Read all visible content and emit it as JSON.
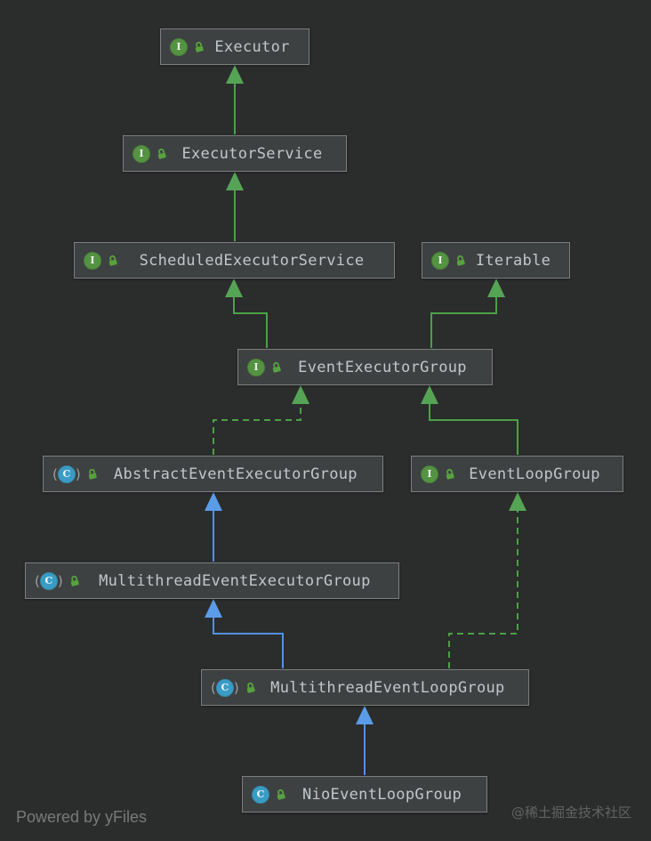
{
  "diagram": {
    "title": "Netty EventLoopGroup class hierarchy (UML diagram)",
    "nodes": [
      {
        "id": "executor",
        "label": "Executor",
        "kind": "interface",
        "badge": "I",
        "visibility": "public"
      },
      {
        "id": "executor-service",
        "label": "ExecutorService",
        "kind": "interface",
        "badge": "I",
        "visibility": "public"
      },
      {
        "id": "scheduled-executor-service",
        "label": "ScheduledExecutorService",
        "kind": "interface",
        "badge": "I",
        "visibility": "public"
      },
      {
        "id": "iterable",
        "label": "Iterable",
        "kind": "interface",
        "badge": "I",
        "visibility": "public"
      },
      {
        "id": "event-executor-group",
        "label": "EventExecutorGroup",
        "kind": "interface",
        "badge": "I",
        "visibility": "public"
      },
      {
        "id": "abstract-event-executor-group",
        "label": "AbstractEventExecutorGroup",
        "kind": "abstract-class",
        "badge": "C",
        "visibility": "public"
      },
      {
        "id": "event-loop-group",
        "label": "EventLoopGroup",
        "kind": "interface",
        "badge": "I",
        "visibility": "public"
      },
      {
        "id": "multithread-event-executor-group",
        "label": "MultithreadEventExecutorGroup",
        "kind": "abstract-class",
        "badge": "C",
        "visibility": "public"
      },
      {
        "id": "multithread-event-loop-group",
        "label": "MultithreadEventLoopGroup",
        "kind": "abstract-class",
        "badge": "C",
        "visibility": "public"
      },
      {
        "id": "nio-event-loop-group",
        "label": "NioEventLoopGroup",
        "kind": "class",
        "badge": "C",
        "visibility": "public"
      }
    ],
    "edges": [
      {
        "from": "ExecutorService",
        "to": "Executor",
        "relation": "extends",
        "style": "solid-green"
      },
      {
        "from": "ScheduledExecutorService",
        "to": "ExecutorService",
        "relation": "extends",
        "style": "solid-green"
      },
      {
        "from": "EventExecutorGroup",
        "to": "ScheduledExecutorService",
        "relation": "extends",
        "style": "solid-green"
      },
      {
        "from": "EventExecutorGroup",
        "to": "Iterable",
        "relation": "extends",
        "style": "solid-green"
      },
      {
        "from": "AbstractEventExecutorGroup",
        "to": "EventExecutorGroup",
        "relation": "implements",
        "style": "dashed-green"
      },
      {
        "from": "EventLoopGroup",
        "to": "EventExecutorGroup",
        "relation": "extends",
        "style": "solid-green"
      },
      {
        "from": "MultithreadEventExecutorGroup",
        "to": "AbstractEventExecutorGroup",
        "relation": "extends",
        "style": "solid-blue"
      },
      {
        "from": "MultithreadEventLoopGroup",
        "to": "MultithreadEventExecutorGroup",
        "relation": "extends",
        "style": "solid-blue"
      },
      {
        "from": "MultithreadEventLoopGroup",
        "to": "EventLoopGroup",
        "relation": "implements",
        "style": "dashed-green"
      },
      {
        "from": "NioEventLoopGroup",
        "to": "MultithreadEventLoopGroup",
        "relation": "extends",
        "style": "solid-blue"
      }
    ],
    "colors": {
      "background": "#2b2c2c",
      "node_fill": "#3e4142",
      "node_border": "#7c7e80",
      "extends_green": "#4aa147",
      "extends_blue": "#5191e6",
      "interface_icon_green": "#549342",
      "class_icon_blue": "#3a9cc4",
      "lock_icon_green": "#57a23e"
    }
  },
  "footer": {
    "powered_by": "Powered by yFiles",
    "watermark": "@稀土掘金技术社区"
  }
}
